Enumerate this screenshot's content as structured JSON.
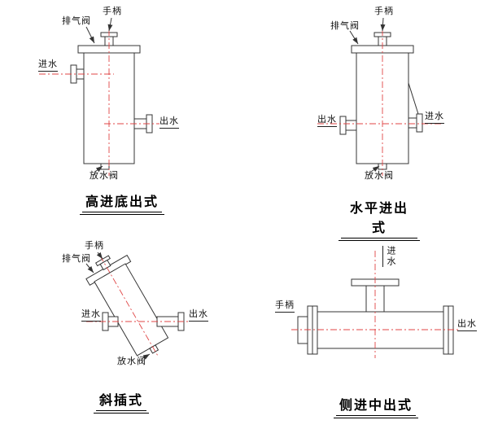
{
  "canvas": {
    "background": "#ffffff"
  },
  "colors": {
    "line": "#343434",
    "centerline": "#e04545"
  },
  "diagrams": [
    {
      "id": "top-left",
      "title": "高进底出式",
      "labels": {
        "exhaust_valve": "排气阀",
        "handle": "手柄",
        "inlet": "进水",
        "outlet": "出水",
        "drain_valve": "放水阀"
      }
    },
    {
      "id": "top-right",
      "title": "水平进出式",
      "labels": {
        "exhaust_valve": "排气阀",
        "handle": "手柄",
        "inlet": "进水",
        "outlet": "出水",
        "drain_valve": "放水阀"
      }
    },
    {
      "id": "bottom-left",
      "title": "斜插式",
      "labels": {
        "handle": "手柄",
        "exhaust_valve": "排气阀",
        "inlet": "进水",
        "outlet": "出水",
        "drain_valve": "放水阀"
      }
    },
    {
      "id": "bottom-right",
      "title": "侧进中出式",
      "labels": {
        "inlet": "进水",
        "handle": "手柄",
        "outlet": "出水"
      }
    }
  ]
}
